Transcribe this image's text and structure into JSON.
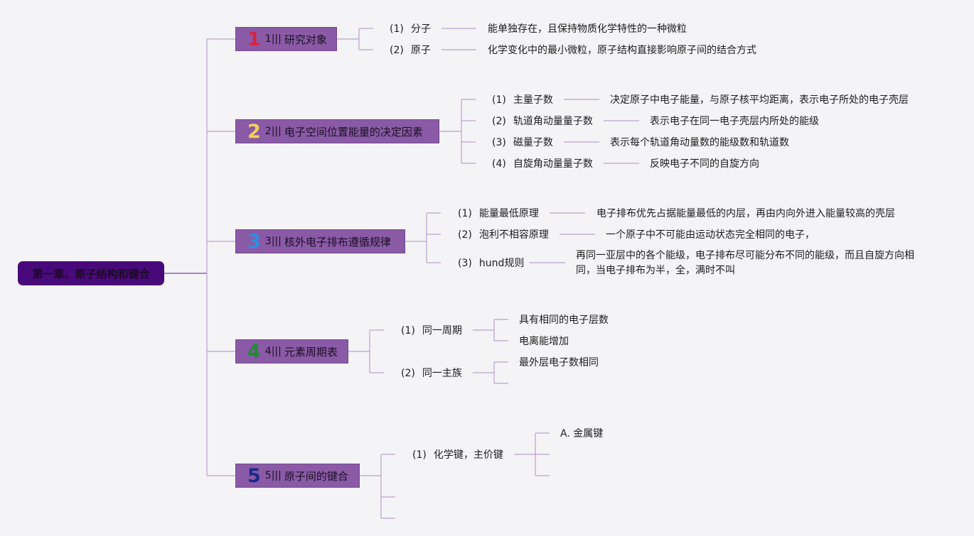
{
  "root": {
    "label": "第一章、原子结构和键合"
  },
  "colors": {
    "root_bg": "#480a7a",
    "topic_bg": "#8a5aa6",
    "connector": "#b9a3cf",
    "num1": "#d8233c",
    "num2": "#f3d05a",
    "num3": "#2d8fe0",
    "num4": "#1e8a34",
    "num5": "#1c2a88"
  },
  "topics": [
    {
      "number": "1",
      "prefix": "1|||",
      "label": "研究对象",
      "children": [
        {
          "index": "(1)",
          "label": "分子",
          "detail": "能单独存在，且保持物质化学特性的一种微粒"
        },
        {
          "index": "(2)",
          "label": "原子",
          "detail": "化学变化中的最小微粒，原子结构直接影响原子间的结合方式"
        }
      ]
    },
    {
      "number": "2",
      "prefix": "2|||",
      "label": "电子空间位置能量的决定因素",
      "children": [
        {
          "index": "(1)",
          "label": "主量子数",
          "detail": "决定原子中电子能量，与原子核平均距离，表示电子所处的电子壳层"
        },
        {
          "index": "(2)",
          "label": "轨道角动量量子数",
          "detail": "表示电子在同一电子壳层内所处的能级"
        },
        {
          "index": "(3)",
          "label": "磁量子数",
          "detail": "表示每个轨道角动量数的能级数和轨道数"
        },
        {
          "index": "(4)",
          "label": "自旋角动量量子数",
          "detail": "反映电子不同的自旋方向"
        }
      ]
    },
    {
      "number": "3",
      "prefix": "3|||",
      "label": "核外电子排布遵循规律",
      "children": [
        {
          "index": "(1)",
          "label": "能量最低原理",
          "detail": "电子排布优先占据能量最低的内层，再由内向外进入能量较高的壳层"
        },
        {
          "index": "(2)",
          "label": "泡利不相容原理",
          "detail": "一个原子中不可能由运动状态完全相同的电子，"
        },
        {
          "index": "(3)",
          "label": "hund规则",
          "detail": "再同一亚层中的各个能级，电子排布尽可能分布不同的能级，而且自旋方向相同，当电子排布为半，全，满时不叫"
        }
      ]
    },
    {
      "number": "4",
      "prefix": "4|||",
      "label": "元素周期表",
      "children": [
        {
          "index": "(1)",
          "label": "同一周期",
          "details": [
            "具有相同的电子层数",
            "电离能增加"
          ]
        },
        {
          "index": "(2)",
          "label": "同一主族",
          "details": [
            "最外层电子数相同",
            ""
          ]
        }
      ]
    },
    {
      "number": "5",
      "prefix": "5|||",
      "label": "原子间的键合",
      "children": [
        {
          "index": "(1)",
          "label": "化学键，主价键",
          "details": [
            "A. 金属键",
            "",
            ""
          ]
        }
      ]
    }
  ]
}
